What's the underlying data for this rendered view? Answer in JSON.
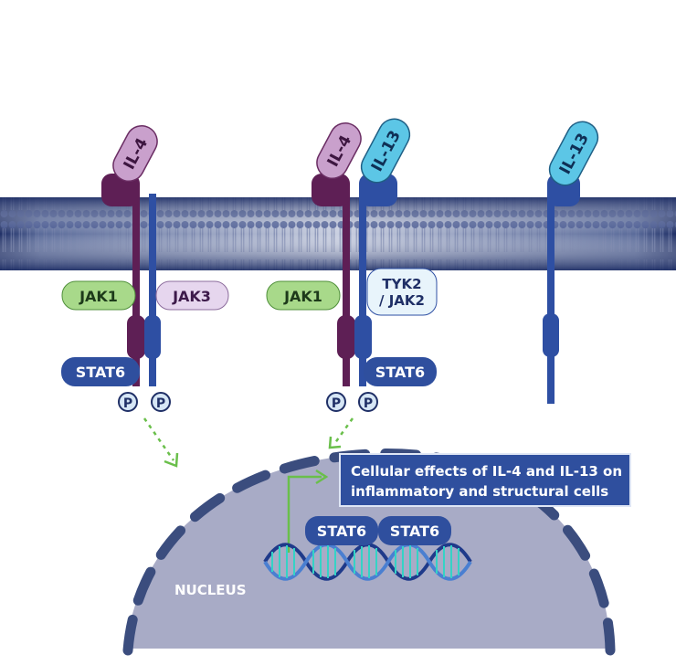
{
  "ligands": {
    "il4_left": "IL-4",
    "il4_mid": "IL-4",
    "il13_mid": "IL-13",
    "il13_right": "IL-13"
  },
  "kinases": {
    "jak1_left": "JAK1",
    "jak3": "JAK3",
    "jak1_mid": "JAK1",
    "tyk2_line1": "TYK2",
    "tyk2_line2": "/ JAK2"
  },
  "stat": {
    "stat6_left": "STAT6",
    "stat6_mid": "STAT6",
    "stat6_dimer_a": "STAT6",
    "stat6_dimer_b": "STAT6"
  },
  "phospho": {
    "p1": "P",
    "p2": "P",
    "p3": "P",
    "p4": "P"
  },
  "nucleus": {
    "label": "NUCLEUS"
  },
  "callout": {
    "line1": "Cellular effects of IL-4 and IL-13 on",
    "line2": "inflammatory and structural cells"
  },
  "colors": {
    "il4": "#c9a0cc",
    "il13": "#5cc6e6",
    "receptor_purple": "#5e1f55",
    "receptor_blue": "#2e4fa3",
    "jak1": "#a8d98a",
    "jak3": "#e6d6ee",
    "tyk2": "#e8f4fb",
    "stat6": "#2f4f9e",
    "nucleus": "#a8abc6",
    "membrane": "#2c3e7a",
    "callout_bg": "#2f4f9e",
    "arrow_green": "#6abf4b"
  }
}
